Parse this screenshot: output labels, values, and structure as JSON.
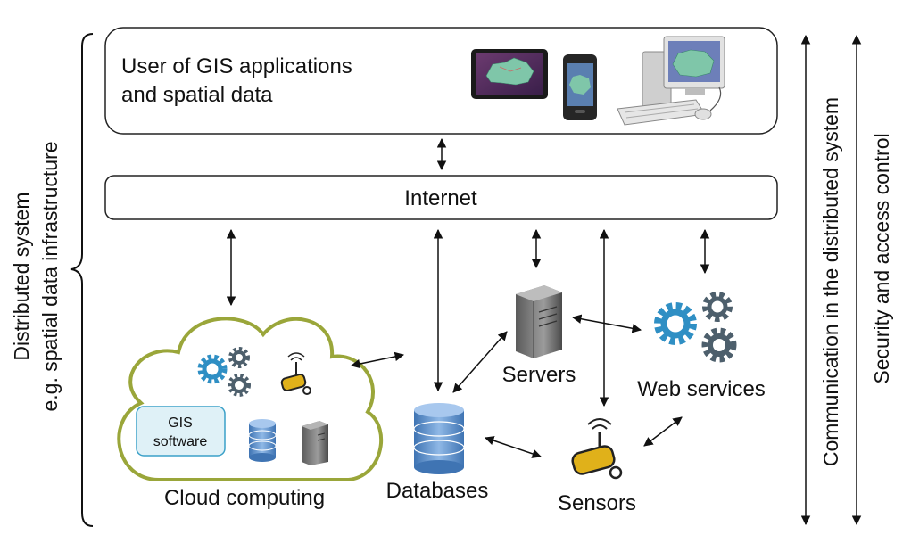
{
  "left_brace": {
    "line1": "Distributed system",
    "line2": "e.g. spatial data infrastructure"
  },
  "user_box": {
    "line1": "User of GIS applications",
    "line2": "and spatial data"
  },
  "internet": {
    "label": "Internet"
  },
  "nodes": {
    "cloud": "Cloud computing",
    "gis_software_line1": "GIS",
    "gis_software_line2": "software",
    "databases": "Databases",
    "servers": "Servers",
    "web_services": "Web services",
    "sensors": "Sensors"
  },
  "right_axes": {
    "communication": "Communication in the distributed system",
    "security": "Security and access control"
  },
  "colors": {
    "cloud_stroke": "#9aa63a",
    "gear_blue": "#2f8fc4",
    "gear_dark": "#4d5f6c",
    "db_blue": "#5b8fc7",
    "sensor_yellow": "#e0b11a",
    "gis_box_fill": "#dff1f7",
    "gis_box_stroke": "#3aa0c8"
  }
}
